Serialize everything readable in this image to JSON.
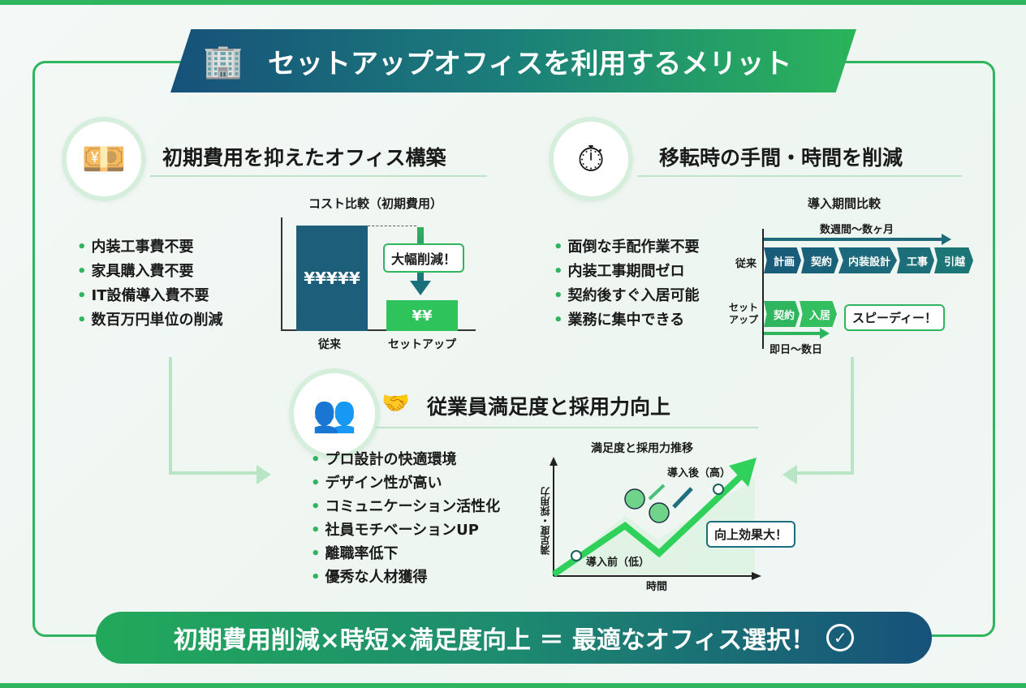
{
  "title": "セットアップオフィスを利用するメリット",
  "sec1": {
    "heading": "初期費用を抑えたオフィス構築",
    "bullets": [
      "内装工事費不要",
      "家具購入費不要",
      "IT設備導入費不要",
      "数百万円単位の削減"
    ],
    "chart_title": "コスト比較（初期費用）",
    "bar1_value": "¥¥¥¥¥",
    "bar2_value": "¥¥",
    "bar1_label": "従来",
    "bar2_label": "セットアップ",
    "callout": "大幅削減！"
  },
  "sec2": {
    "heading": "移転時の手間・時間を削減",
    "bullets": [
      "面倒な手配作業不要",
      "内装工事期間ゼロ",
      "契約後すぐ入居可能",
      "業務に集中できる"
    ],
    "chart_title": "導入期間比較",
    "traditional_label": "従来",
    "traditional_duration": "数週間〜数ヶ月",
    "traditional_steps": [
      "計画",
      "契約",
      "内装設計",
      "工事",
      "引越"
    ],
    "setup_label": "セット\nアップ",
    "setup_steps": [
      "契約",
      "入居"
    ],
    "setup_duration": "即日〜数日",
    "callout": "スピーディー！"
  },
  "sec3": {
    "heading": "従業員満足度と採用力向上",
    "bullets": [
      "プロ設計の快適環境",
      "デザイン性が高い",
      "コミュニケーション活性化",
      "社員モチベーションUP",
      "離職率低下",
      "優秀な人材獲得"
    ],
    "chart_title": "満足度と採用力推移",
    "ylabel": "満足度・採用力",
    "xlabel": "時間",
    "before": "導入前（低）",
    "after": "導入後（高）",
    "callout": "向上効果大！"
  },
  "footer": "初期費用削減×時短×満足度向上 ＝ 最適なオフィス選択！",
  "colors": {
    "green": "#2fb55d",
    "navy": "#17517a"
  }
}
